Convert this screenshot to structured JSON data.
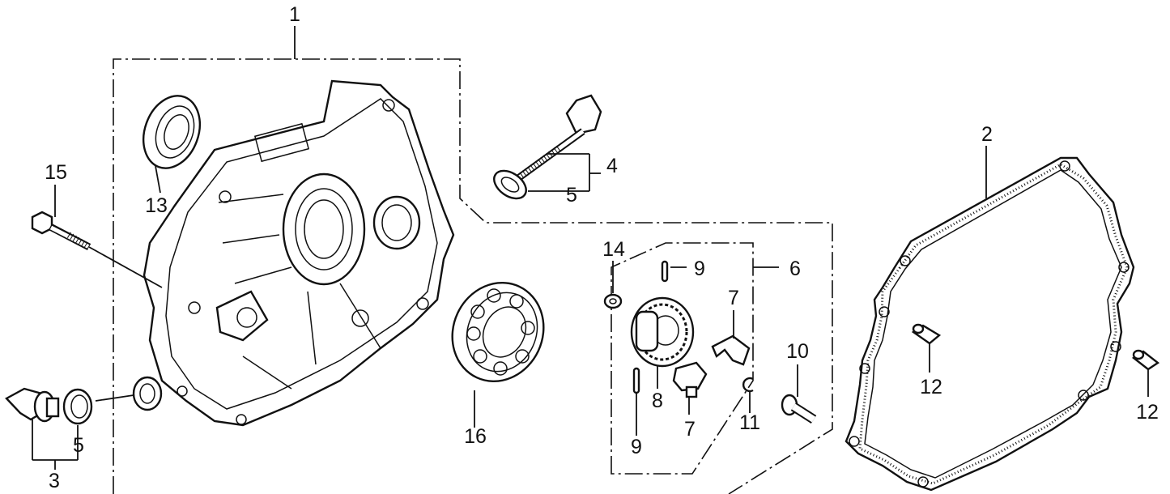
{
  "callouts": {
    "c1": "1",
    "c2": "2",
    "c3": "3",
    "c4": "4",
    "c5a": "5",
    "c5b": "5",
    "c6": "6",
    "c7a": "7",
    "c7b": "7",
    "c8": "8",
    "c9a": "9",
    "c9b": "9",
    "c10": "10",
    "c11": "11",
    "c12a": "12",
    "c12b": "12",
    "c13": "13",
    "c14": "14",
    "c15": "15",
    "c16": "16"
  }
}
